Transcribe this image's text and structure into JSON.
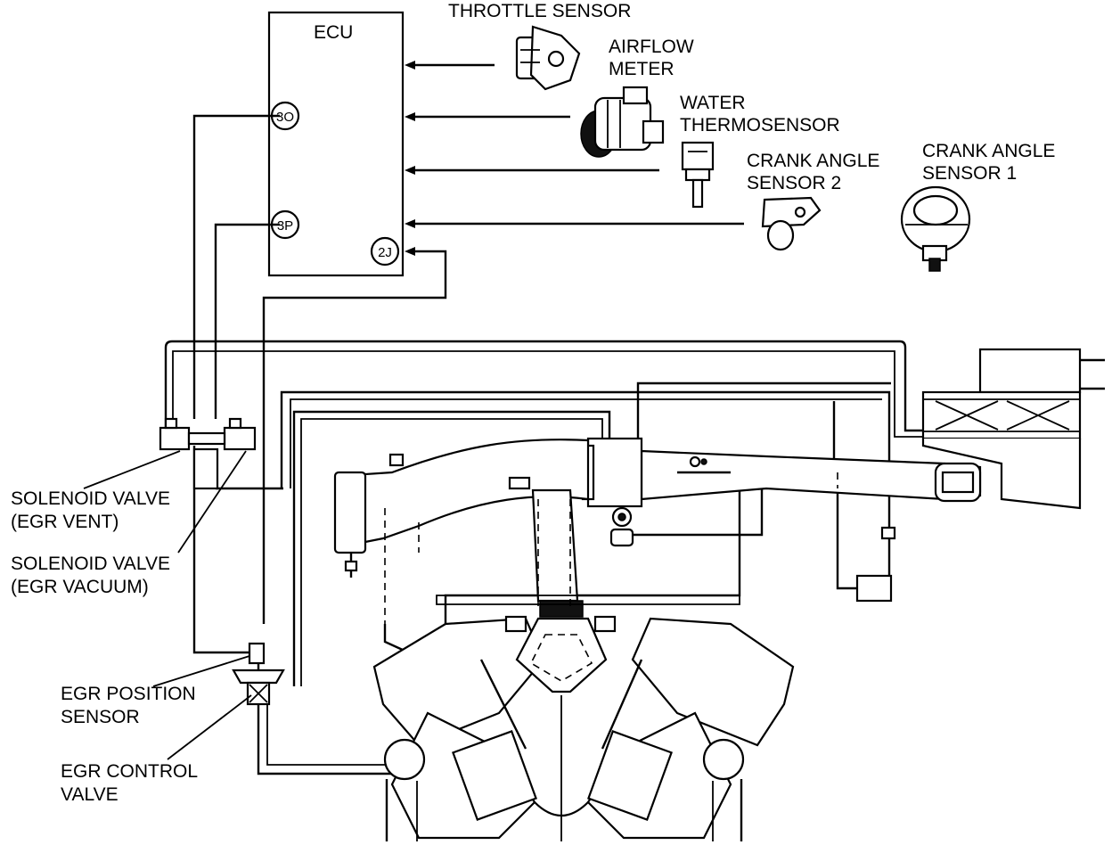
{
  "labels": {
    "ecu": "ECU",
    "throttle_sensor": "THROTTLE SENSOR",
    "airflow_meter": [
      "AIRFLOW",
      "METER"
    ],
    "water_thermosensor": [
      "WATER",
      "THERMOSENSOR"
    ],
    "crank_angle_sensor_2": [
      "CRANK ANGLE",
      "SENSOR 2"
    ],
    "crank_angle_sensor_1": [
      "CRANK ANGLE",
      "SENSOR 1"
    ],
    "solenoid_egr_vent": [
      "SOLENOID VALVE",
      "(EGR VENT)"
    ],
    "solenoid_egr_vacuum": [
      "SOLENOID VALVE",
      "(EGR VACUUM)"
    ],
    "egr_position_sensor": [
      "EGR POSITION",
      "SENSOR"
    ],
    "egr_control_valve": [
      "EGR CONTROL",
      "VALVE"
    ]
  },
  "ecu_pins": {
    "pin_3o": "3O",
    "pin_3p": "3P",
    "pin_2j": "2J"
  },
  "colors": {
    "line": "#000000",
    "background": "#ffffff"
  }
}
